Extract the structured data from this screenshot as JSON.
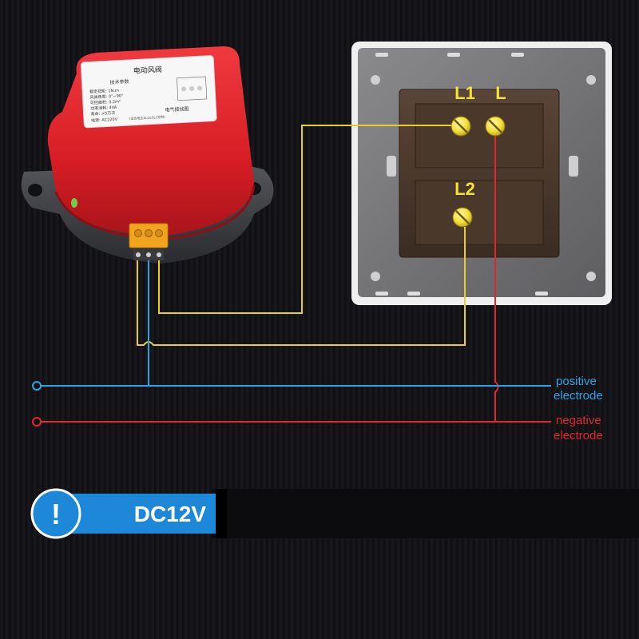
{
  "actuator": {
    "label_title": "电动风阀",
    "label_subtitle": "技术参数",
    "label_lines": [
      "额定扭矩: 1N.m",
      "风阀角度: 0°~90°",
      "可控面积: 0.2m²",
      "功率消耗: 4VA",
      "寿命: >5万次"
    ],
    "label_wiring": "电气接线图",
    "label_voltage": "电源: AC220V",
    "label_voltage_note": "(适合电压SL1&SL2控制)"
  },
  "switch": {
    "terminal_l1": "L1",
    "terminal_l": "L",
    "terminal_l2": "L2"
  },
  "legend": {
    "positive_line1": "positive",
    "positive_line2": "electrode",
    "negative_line1": "negative",
    "negative_line2": "electrode"
  },
  "banner": {
    "icon_glyph": "!",
    "text": "DC12V"
  },
  "colors": {
    "positive": "#2aa3e6",
    "negative": "#e0262e",
    "wire_yellow": "#e6cf2a",
    "actuator_red": "#e0242c",
    "terminal_orange": "#f2a51c",
    "banner_blue": "#1e88d8"
  }
}
